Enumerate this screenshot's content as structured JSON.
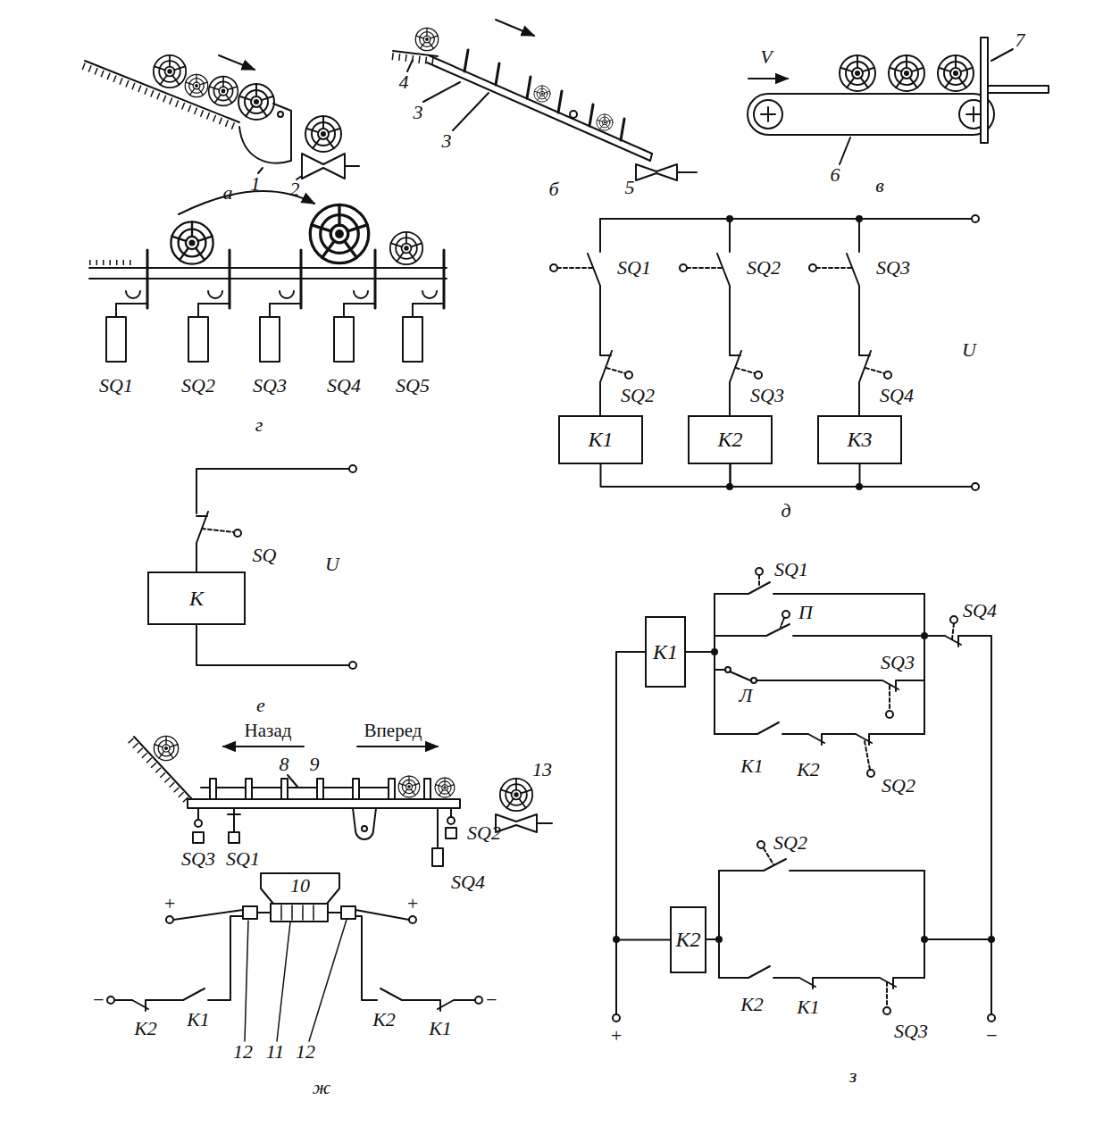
{
  "diagram": {
    "nodes": [
      {
        "text": [
          "K1"
        ]
      },
      {
        "text": [
          "K2"
        ]
      },
      {
        "text": [
          "K3"
        ]
      },
      {
        "text": [
          "K"
        ]
      },
      {
        "text": [
          "K1"
        ]
      },
      {
        "text": [
          "K2"
        ]
      }
    ],
    "edges": [
      {
        "from": 0,
        "to": 1,
        "arrow": "none"
      },
      {
        "from": 1,
        "to": 2,
        "arrow": "none"
      },
      {
        "from": 4,
        "to": 5,
        "arrow": "none"
      }
    ],
    "labels": [
      "1",
      "2",
      "а",
      "4",
      "3",
      "3",
      "5",
      "б",
      "V",
      "7",
      "6",
      "в",
      "SQ1",
      "SQ2",
      "SQ3",
      "SQ4",
      "SQ5",
      "г",
      "SQ1",
      "SQ2",
      "SQ3",
      "SQ2",
      "SQ3",
      "SQ4",
      "U",
      "д",
      "SQ",
      "U",
      "е",
      "Назад",
      "Вперед",
      "8",
      "9",
      "13",
      "SQ3",
      "SQ1",
      "10",
      "SQ2",
      "SQ4",
      "+",
      "+",
      "−",
      "K2",
      "K1",
      "12",
      "11",
      "12",
      "K2",
      "K1",
      "−",
      "ж",
      "SQ1",
      "П",
      "SQ3",
      "SQ4",
      "Л",
      "K1",
      "K2",
      "SQ2",
      "SQ2",
      "K2",
      "K1",
      "SQ3",
      "+",
      "−",
      "з"
    ]
  }
}
